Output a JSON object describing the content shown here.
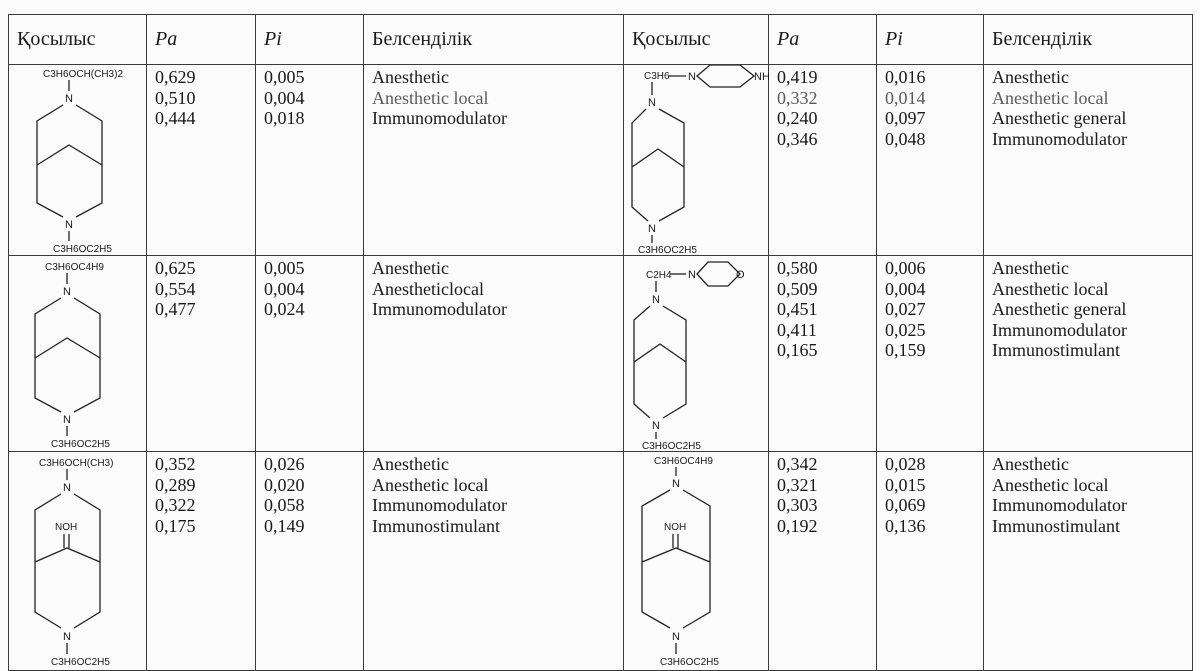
{
  "headers": {
    "compound": "Қосылыс",
    "pa": "Pa",
    "pi": "Pi",
    "activity": "Белсенділік"
  },
  "rows": [
    {
      "left": {
        "top_sub": "C3H6OCH(CH3)2",
        "bottom_sub": "C3H6OC2H5",
        "pa": [
          "0,629",
          "0,510",
          "0,444"
        ],
        "pi": [
          "0,005",
          "0,004",
          "0,018"
        ],
        "activity": [
          "Anesthetic",
          "Anesthetic local",
          "Immunomodulator"
        ]
      },
      "right": {
        "top_sub": "C3H6",
        "bottom_sub": "C3H6OC2H5",
        "pa": [
          "0,419",
          "0,332",
          "0,240",
          "0,346"
        ],
        "pi": [
          "0,016",
          "0,014",
          "0,097",
          "0,048"
        ],
        "activity": [
          "Anesthetic",
          "Anesthetic local",
          "Anesthetic general",
          "Immunomodulator"
        ]
      }
    },
    {
      "left": {
        "top_sub": "C3H6OC4H9",
        "bottom_sub": "C3H6OC2H5",
        "pa": [
          "0,625",
          "0,554",
          "0,477"
        ],
        "pi": [
          "0,005",
          "0,004",
          "0,024"
        ],
        "activity": [
          "Anesthetic",
          "Anestheticlocal",
          "Immunomodulator"
        ]
      },
      "right": {
        "top_sub": "C2H4",
        "bottom_sub": "C3H6OC2H5",
        "pa": [
          "0,580",
          "0,509",
          "0,451",
          "0,411",
          "0,165"
        ],
        "pi": [
          "0,006",
          "0,004",
          "0,027",
          "0,025",
          "0,159"
        ],
        "activity": [
          "Anesthetic",
          "Anesthetic local",
          "Anesthetic general",
          "Immunomodulator",
          "Immunostimulant"
        ]
      }
    },
    {
      "left": {
        "top_sub": "C3H6OCH(CH3)",
        "bottom_sub": "C3H6OC2H5",
        "oxime": "NOH",
        "pa": [
          "0,352",
          "0,289",
          "0,322",
          "0,175"
        ],
        "pi": [
          "0,026",
          "0,020",
          "0,058",
          "0,149"
        ],
        "activity": [
          "Anesthetic",
          "Anesthetic local",
          "Immunomodulator",
          "Immunostimulant"
        ]
      },
      "right": {
        "top_sub": "C3H6OC4H9",
        "bottom_sub": "C3H6OC2H5",
        "oxime": "NOH",
        "pa": [
          "0,342",
          "0,321",
          "0,303",
          "0,192"
        ],
        "pi": [
          "0,028",
          "0,015",
          "0,069",
          "0,136"
        ],
        "activity": [
          "Anesthetic",
          "Anesthetic local",
          "Immunomodulator",
          "Immunostimulant"
        ]
      }
    }
  ],
  "atoms": {
    "n": "N",
    "o": "O",
    "nh": "NH"
  }
}
